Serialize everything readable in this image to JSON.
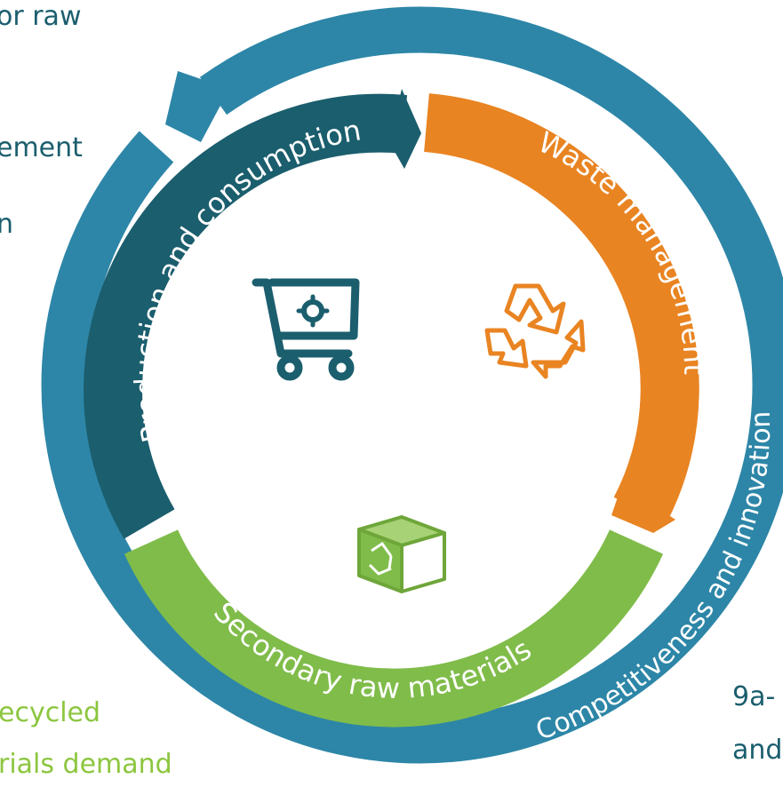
{
  "diagram": {
    "outer_ring": {
      "label": "Competitiveness and innovation",
      "color": "#2d86a7"
    },
    "segments": [
      {
        "id": "production",
        "label": "Production and consumption",
        "color": "#1b5e6e",
        "icon": "shopping-cart-gear-icon"
      },
      {
        "id": "waste",
        "label": "Waste management",
        "color": "#e98422",
        "icon": "recycle-icon"
      },
      {
        "id": "secondary",
        "label": "Secondary raw materials",
        "color": "#80bc4a",
        "icon": "recycled-box-icon"
      }
    ]
  },
  "edge_labels": {
    "top_left_1": "or raw",
    "top_left_2": "ement",
    "top_left_3": "n",
    "bottom_left_1": "ecycled",
    "bottom_left_2": "rials demand",
    "bottom_right_1": "9a-",
    "bottom_right_2": "and"
  }
}
